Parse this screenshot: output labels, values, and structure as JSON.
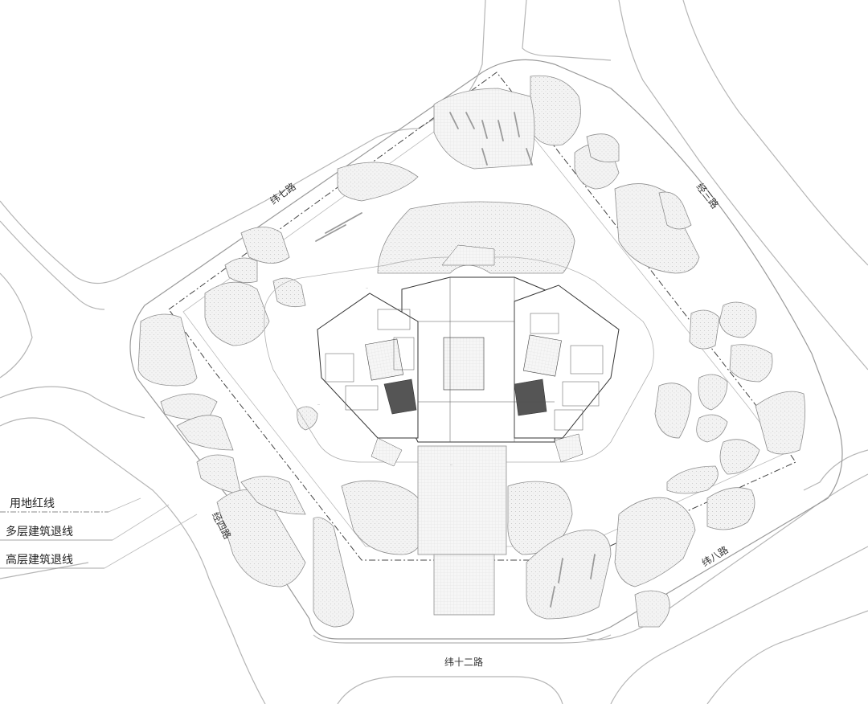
{
  "roads": {
    "wei_qi": "纬七路",
    "jing_san": "经三路",
    "jing_si": "经四路",
    "wei_ba": "纬八路",
    "wei_shier": "纬十二路"
  },
  "legend": {
    "items": [
      {
        "label": "用地红线",
        "line_style": "dash-dot"
      },
      {
        "label": "多层建筑退线",
        "line_style": "solid-thin"
      },
      {
        "label": "高层建筑退线",
        "line_style": "solid-thin"
      }
    ]
  },
  "colors": {
    "road_line": "#b8b8b8",
    "building_line": "#333333",
    "dark_core": "#555555",
    "hatch": "#cfcfcf",
    "background": "#ffffff"
  }
}
